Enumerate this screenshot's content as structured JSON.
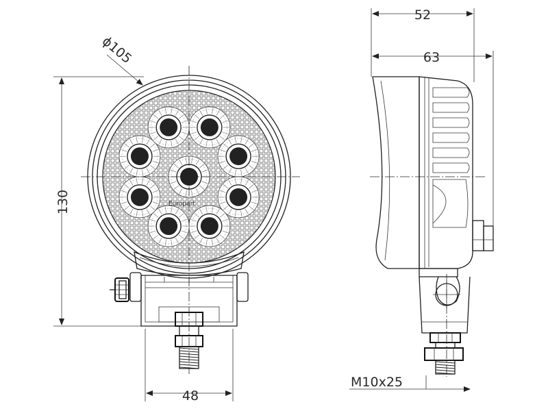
{
  "dimensions": {
    "diameter": "ϕ105",
    "height": "130",
    "bracket_width": "48",
    "depth_body": "52",
    "depth_total": "63",
    "bolt": "M10x25"
  },
  "logo_text": "Europart",
  "colors": {
    "line": "#1e1e1e",
    "led": "#222222",
    "background": "#ffffff"
  }
}
